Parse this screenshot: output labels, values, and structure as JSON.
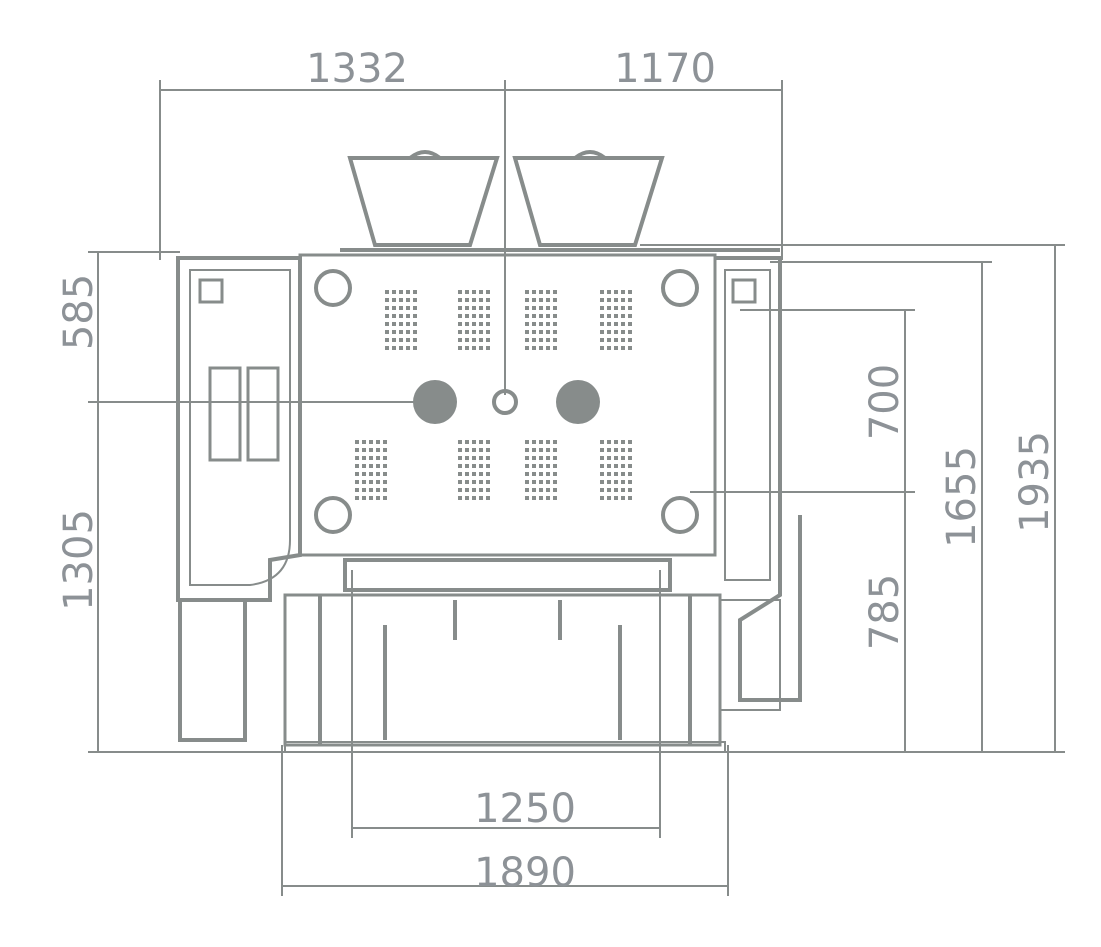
{
  "drawing": {
    "line_color": "#878c8b",
    "text_color": "#8d9297",
    "dimensions": {
      "top_left_width": "1332",
      "top_right_width": "1170",
      "left_upper_height": "585",
      "left_lower_height": "1305",
      "right_upper_height": "700",
      "right_lower_height": "785",
      "inner_height": "1655",
      "total_height": "1935",
      "inner_width": "1250",
      "total_width": "1890"
    }
  }
}
